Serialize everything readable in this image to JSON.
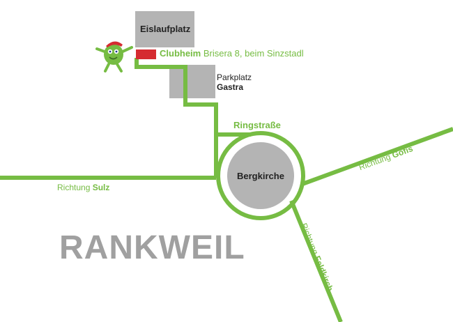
{
  "colors": {
    "road": "#76bc43",
    "building": "#b4b4b4",
    "clubhouse": "#d52b31",
    "title_gray": "#a0a0a0",
    "dark_text": "#222222",
    "mascot": "#76bc43"
  },
  "places": {
    "eislaufplatz": "Eislaufplatz",
    "clubheim_name": "Clubheim",
    "clubheim_address": "Brisera 8, beim Sinzstadl",
    "parkplatz_line1": "Parkplatz",
    "parkplatz_line2": "Gastra",
    "bergkirche": "Bergkirche"
  },
  "roads": {
    "ringstrasse": "Ringstraße",
    "richtung_word": "Richtung",
    "sulz": "Sulz",
    "goefis": "Göfis",
    "feldkirch": "Feldkirch"
  },
  "town": "RANKWEIL",
  "icons": {
    "mascot": "green-mascot-with-red-cap"
  }
}
